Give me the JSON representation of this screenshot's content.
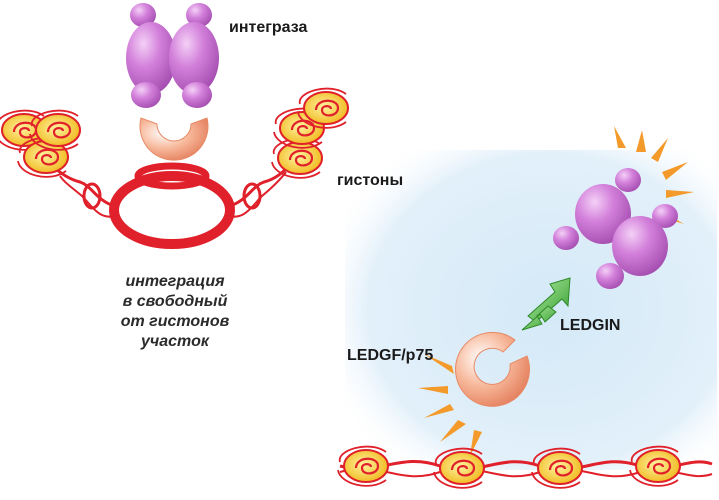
{
  "labels": {
    "integrase": "интеграза",
    "histones": "гистоны",
    "ledgin": "LEDGIN",
    "ledgf": "LEDGF/p75"
  },
  "caption_lines": [
    "интеграция",
    "в свободный",
    "от гистонов",
    "участок"
  ],
  "colors": {
    "integrase_purple": "#c86fd2",
    "ledgf_orange": "#f0a080",
    "dna_red": "#e0202a",
    "histone_yellow": "#f2cc2a",
    "ray_orange": "#f39a2a",
    "arrow_green": "#5cc44a",
    "panel_blue": "#cfe6f5"
  }
}
